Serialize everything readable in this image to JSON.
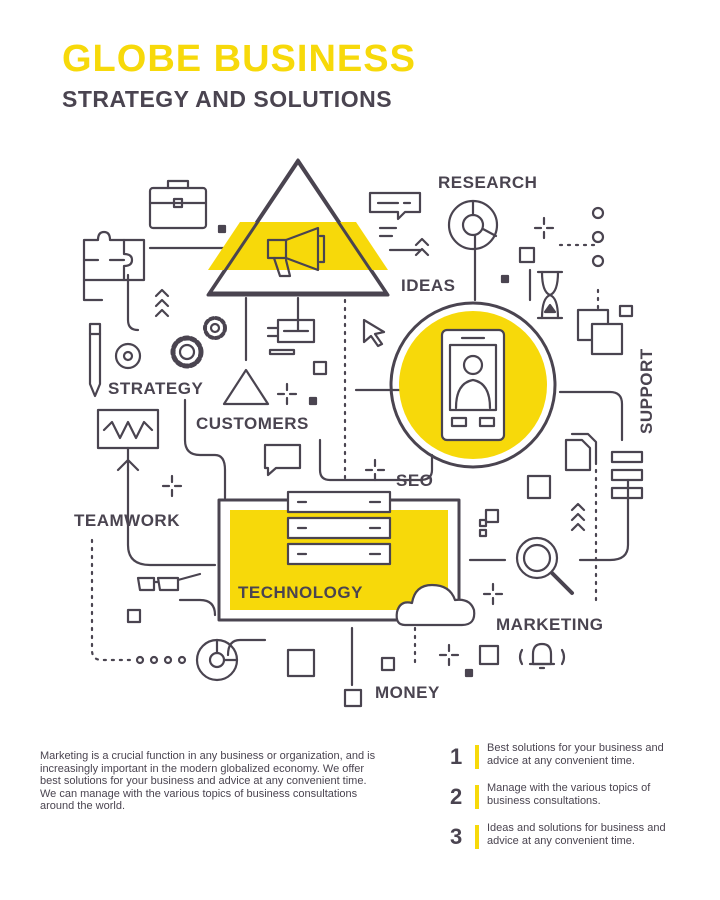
{
  "header": {
    "title": "GLOBE BUSINESS",
    "subtitle": "STRATEGY AND SOLUTIONS"
  },
  "colors": {
    "accent": "#f7d90a",
    "ink": "#4a4450"
  },
  "diagram": {
    "labels": {
      "research": "RESEARCH",
      "ideas": "IDEAS",
      "strategy": "STRATEGY",
      "customers": "CUSTOMERS",
      "support": "SUPPORT",
      "seo": "SEO",
      "teamwork": "TEAMWORK",
      "technology": "TECHNOLOGY",
      "marketing": "MARKETING",
      "money": "MONEY"
    },
    "icons": [
      "briefcase-icon",
      "puzzle-icon",
      "pencil-icon",
      "megaphone-icon",
      "chat-icon",
      "chart-icon",
      "hourglass-icon",
      "smartphone-icon",
      "server-icon",
      "cloud-icon",
      "magnifier-icon",
      "bell-icon",
      "glasses-icon",
      "gear-icon",
      "document-icon",
      "cursor-icon"
    ]
  },
  "description": "Marketing is a crucial function in any business or organization, and is increasingly important in the modern globalized economy. We offer best solutions for your business and advice at any convenient time. We can manage with the various topics of business consultations around the world.",
  "list": [
    {
      "number": "1",
      "text": "Best solutions for your business and advice at any convenient time."
    },
    {
      "number": "2",
      "text": "Manage with the various topics of business consultations."
    },
    {
      "number": "3",
      "text": "Ideas and solutions for business and advice at any convenient time."
    }
  ]
}
